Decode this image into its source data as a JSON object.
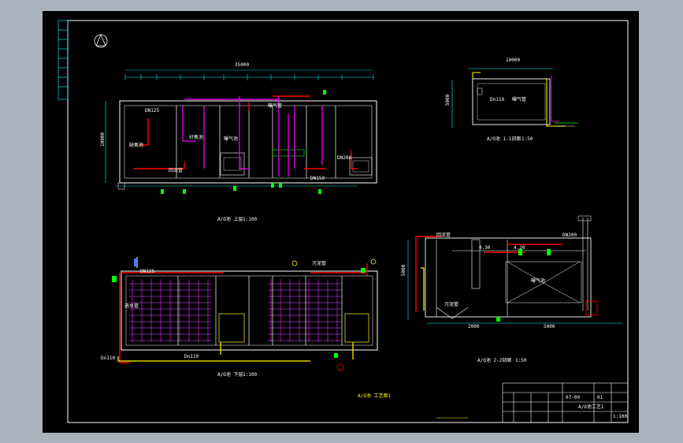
{
  "drawing": {
    "titles": {
      "plan_upper": "A/O池 上层",
      "plan_upper_scale": "1:100",
      "plan_lower": "A/O池 下层",
      "plan_lower_scale": "1:100",
      "section_1": "A/O池 1-1剖面",
      "section_1_scale": "1:50",
      "section_2": "A/O池 2-2剖面",
      "section_2_scale": "1:50",
      "main_title": "A/O池 工艺图1"
    },
    "dims": {
      "upper_total": "35000",
      "upper_height": "10000",
      "s1_total": "10000",
      "s1_height": "5000",
      "s2_height": "5000",
      "s2_left": "2000",
      "s2_right": "5000",
      "s2_level1": "4.30",
      "s2_level2": "4.20"
    },
    "pipes": {
      "dn125": "DN125",
      "dn110": "Dn110",
      "dn150": "DN150",
      "dn200": "DN200"
    },
    "labels": {
      "aeration": "曝气管",
      "return_pipe": "回流管",
      "sludge": "污泥管",
      "water_pipe": "进水管",
      "anoxic": "缺氧池",
      "oxic": "好氧池",
      "chamber": "曝气池"
    },
    "title_block": {
      "drawing_no": "A/O池工艺1",
      "scale": "1:100",
      "date": "07-09",
      "rev": "01"
    },
    "colors": {
      "background": "#000000",
      "frame": "#ffffff",
      "pipe_red": "#ff0000",
      "pipe_magenta": "#ff00ff",
      "pipe_yellow": "#ffff00",
      "dim_cyan": "#00ffff",
      "green": "#00ff00"
    }
  }
}
